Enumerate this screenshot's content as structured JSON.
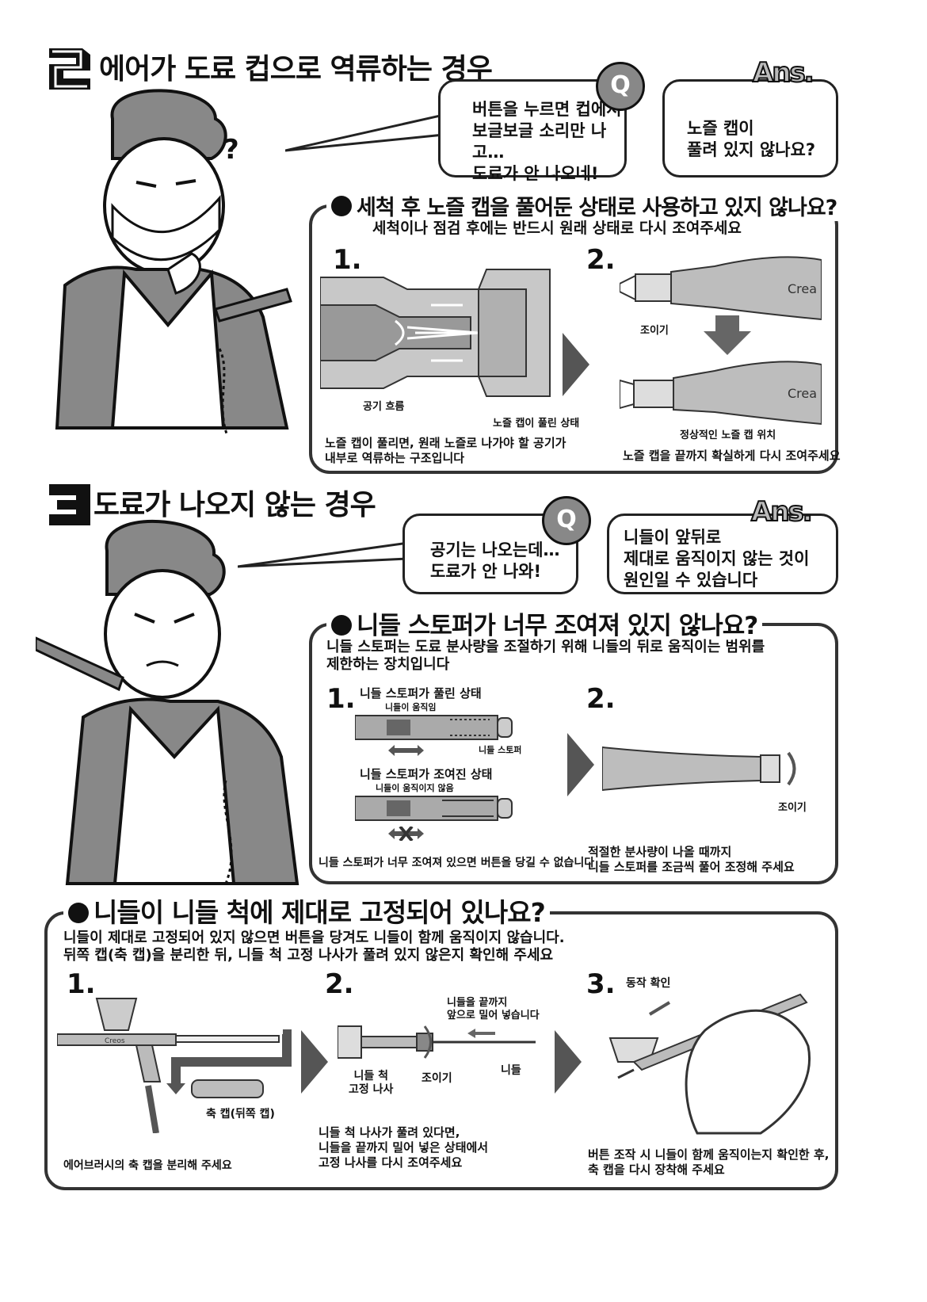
{
  "section2": {
    "number": "2",
    "title": "에어가 도료 컵으로 역류하는 경우",
    "question": [
      "버튼을 누르면 컵에서",
      "보글보글 소리만 나고…",
      "도료가 안 나오네!"
    ],
    "answer": [
      "노즐 캡이",
      "풀려 있지 않나요?"
    ],
    "panel": {
      "heading": "세척 후 노즐 캡을 풀어둔 상태로 사용하고 있지 않나요?",
      "sub": "세척이나 점검 후에는 반드시 원래 상태로 다시 조여주세요",
      "step1": "1.",
      "step2": "2.",
      "label_air_flow": "공기 흐름",
      "label_cap_loose": "노즐 캡이 풀린 상태",
      "label_tighten": "조이기",
      "label_normal_pos": "정상적인 노즐 캡 위치",
      "brand": "Crea",
      "caption1": [
        "노즐 캡이 풀리면, 원래 노즐로 나가야 할 공기가",
        "내부로 역류하는 구조입니다"
      ],
      "caption2": "노즐 캡을 끝까지 확실하게 다시 조여주세요"
    }
  },
  "section3": {
    "number": "3",
    "title": "도료가 나오지 않는 경우",
    "question": [
      "공기는 나오는데…",
      "도료가 안 나와!"
    ],
    "answer": [
      "니들이 앞뒤로",
      "제대로 움직이지 않는 것이",
      "원인일 수 있습니다"
    ],
    "panel": {
      "heading": "니들 스토퍼가 너무 조여져 있지 않나요?",
      "sub": [
        "니들 스토퍼는 도료 분사량을 조절하기 위해 니들의 뒤로 움직이는 범위를",
        "제한하는 장치입니다"
      ],
      "step1": "1.",
      "step2": "2.",
      "state_loose": "니들 스토퍼가 풀린 상태",
      "moves": "니들이 움직임",
      "stopper": "니들 스토퍼",
      "state_tight": "니들 스토퍼가 조여진 상태",
      "not_moves": "니들이 움직이지 않음",
      "tighten": "조이기",
      "caption1": "니들 스토퍼가 너무 조여져 있으면 버튼을 당길 수 없습니다",
      "caption2": [
        "적절한 분사량이 나올 때까지",
        "니들 스토퍼를 조금씩 풀어 조정해 주세요"
      ]
    }
  },
  "section4": {
    "heading": "니들이 니들 척에 제대로 고정되어 있나요?",
    "sub": [
      "니들이 제대로 고정되어 있지 않으면 버튼을 당겨도 니들이 함께 움직이지 않습니다.",
      "뒤쪽 캡(축 캡)을 분리한 뒤, 니들 척 고정 나사가 풀려 있지 않은지 확인해 주세요"
    ],
    "step1": "1.",
    "step2": "2.",
    "step3": "3.",
    "axis_cap": "축 캡(뒤쪽 캡)",
    "push_needle": [
      "니들을 끝까지",
      "앞으로 밀어 넣습니다"
    ],
    "chuck_screw": [
      "니들 척",
      "고정 나사"
    ],
    "tighten": "조이기",
    "needle": "니들",
    "check_action": "동작 확인",
    "brand": "Creos",
    "caption1": "에어브러시의 축 캡을 분리해 주세요",
    "caption2": [
      "니들 척 나사가 풀려 있다면,",
      "니들을 끝까지 밀어 넣은 상태에서",
      "고정 나사를 다시 조여주세요"
    ],
    "caption3": [
      "버튼 조작 시 니들이 함께 움직이는지 확인한 후,",
      "축 캡을 다시 장착해 주세요"
    ]
  },
  "badges": {
    "q": "Q",
    "ans": "Ans."
  }
}
